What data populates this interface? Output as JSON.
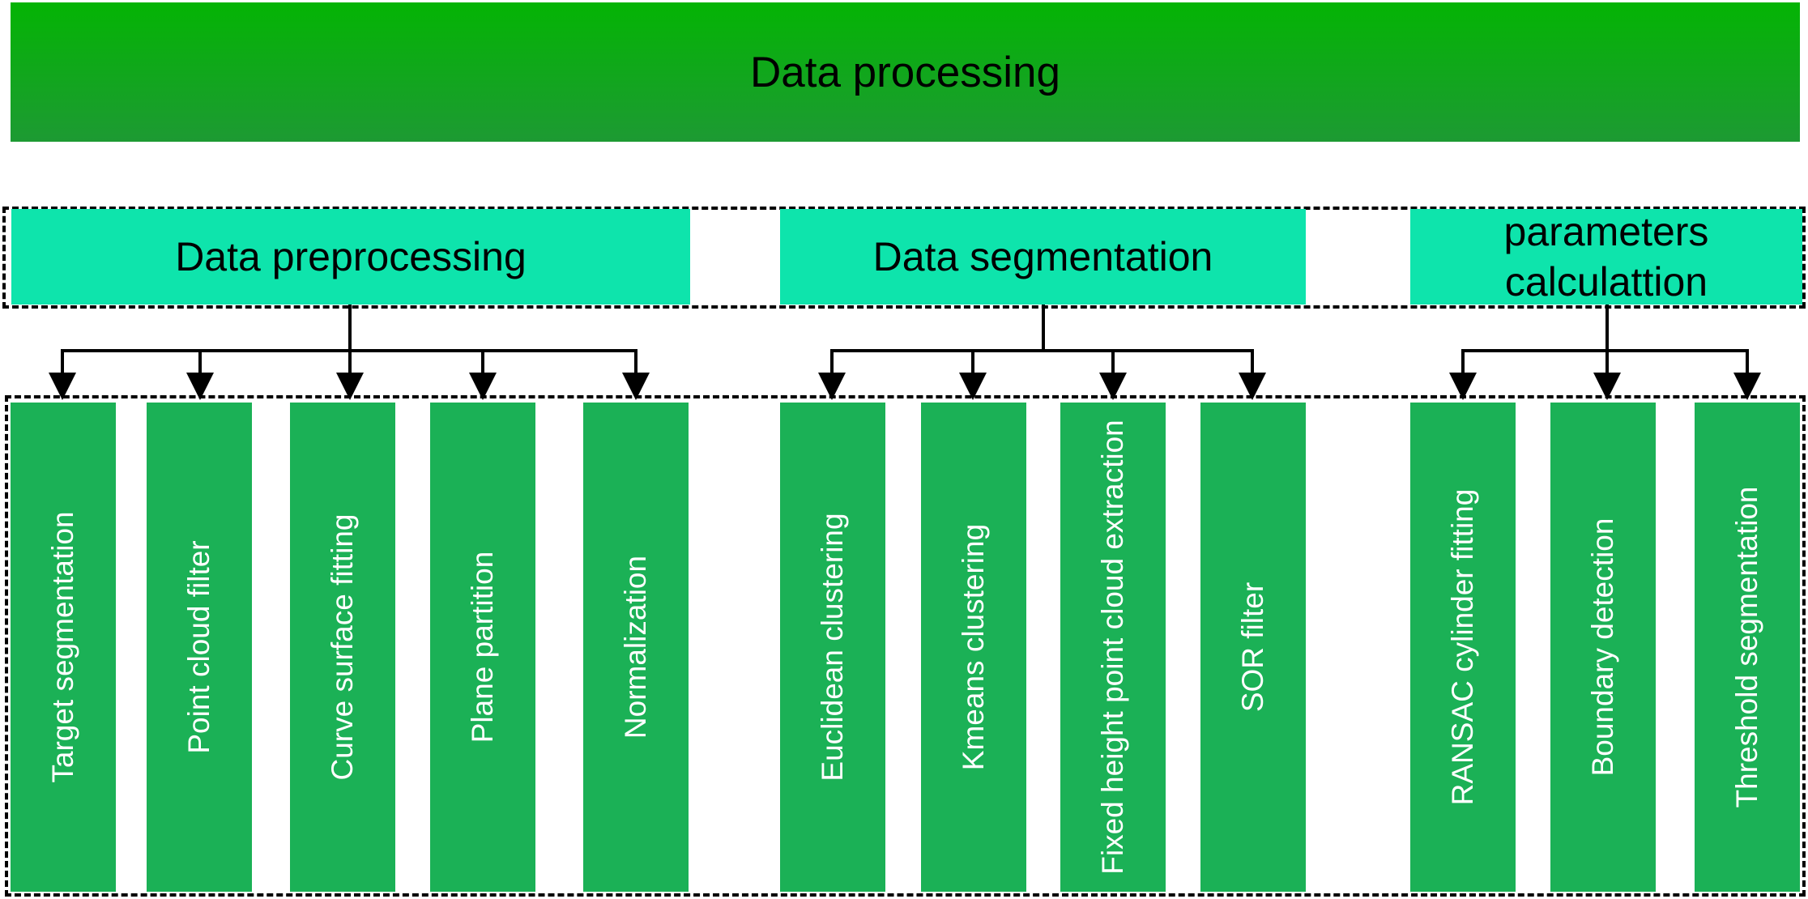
{
  "title": "Data processing",
  "groups": [
    {
      "label": "Data preprocessing",
      "children": [
        "Target segmentation",
        "Point cloud filter",
        "Curve surface fitting",
        "Plane partition",
        "Normalization"
      ]
    },
    {
      "label": "Data segmentation",
      "children": [
        "Euclidean clustering",
        "Kmeans clustering",
        "Fixed height point cloud extraction",
        "SOR filter"
      ]
    },
    {
      "label_lines": [
        "parameters",
        "calculattion"
      ],
      "children": [
        "RANSAC cylinder fitting",
        "Boundary detection",
        "Threshold segmentation"
      ]
    }
  ],
  "colors": {
    "title_top": "#04b404",
    "title_bottom": "#1d9a33",
    "category": "#0ee4ac",
    "leaf": "#1bb156"
  }
}
